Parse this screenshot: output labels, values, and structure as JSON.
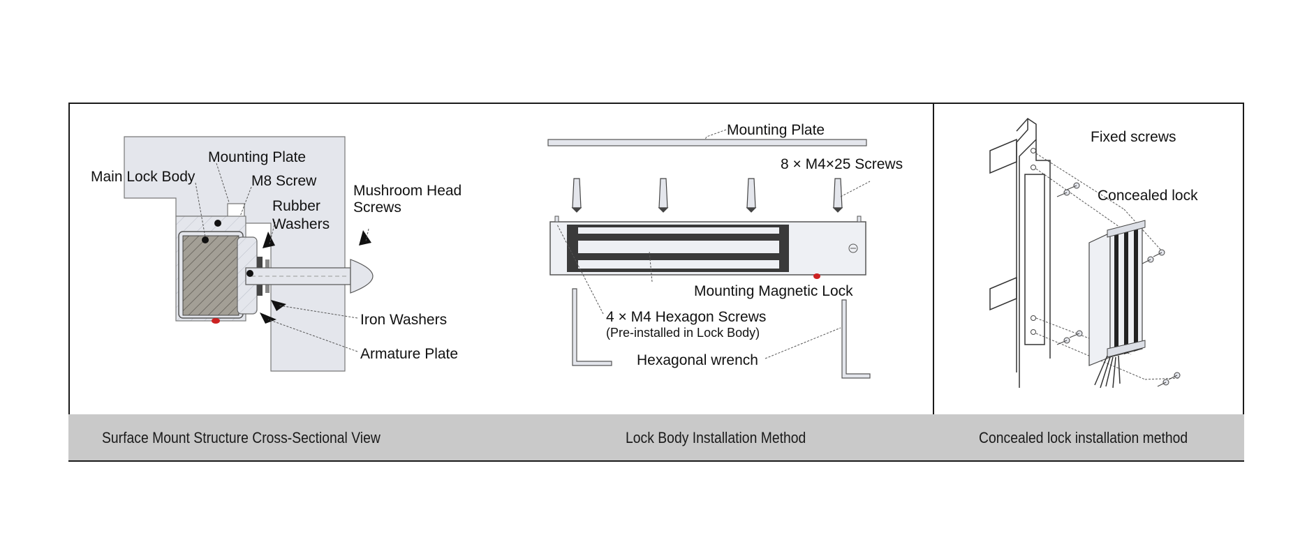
{
  "panels": [
    {
      "caption": "Surface Mount Structure Cross-Sectional View",
      "labels": {
        "mounting_plate": "Mounting Plate",
        "main_lock_body": "Main Lock Body",
        "m8_screw": "M8 Screw",
        "rubber_washers_1": "Rubber",
        "rubber_washers_2": "Washers",
        "mushroom_1": "Mushroom Head",
        "mushroom_2": "Screws",
        "iron_washers": "Iron Washers",
        "armature_plate": "Armature Plate"
      }
    },
    {
      "caption": "Lock Body Installation Method",
      "labels": {
        "mounting_plate": "Mounting Plate",
        "screws": "8 × M4×25 Screws",
        "magnetic_lock": "Mounting Magnetic Lock",
        "hex_screws": "4 × M4 Hexagon Screws",
        "hex_note": "(Pre-installed in Lock Body)",
        "wrench": "Hexagonal wrench"
      }
    },
    {
      "caption": "Concealed lock installation method",
      "labels": {
        "fixed_screws": "Fixed screws",
        "concealed_lock": "Concealed lock"
      }
    }
  ],
  "colors": {
    "caption_bar": "#c9c9c9",
    "border": "#1a1a1a",
    "panel_fill": "#e4e6ec",
    "hatch": "#a39f96",
    "red_dot": "#cc2222"
  }
}
